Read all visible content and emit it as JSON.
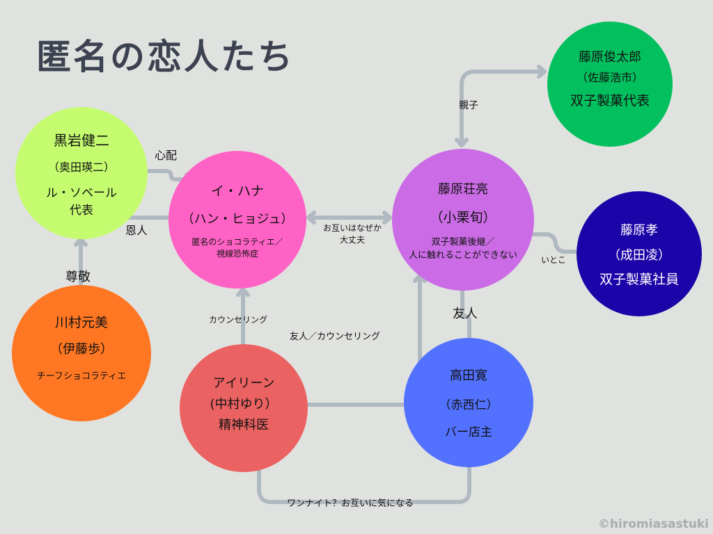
{
  "title": "匿名の恋人たち",
  "copyright": "©hiromiasastuki",
  "colors": {
    "background": "#e0e2df",
    "connector": "#b0b9c1",
    "title": "#3c4250"
  },
  "nodes": {
    "kuroiwa": {
      "name": "黒岩健二",
      "actor": "（奥田瑛二）",
      "role1": "ル・ソベール",
      "role2": "代表",
      "color": "#c5fc6f"
    },
    "hana": {
      "name": "イ・ハナ",
      "actor": "（ハン・ヒョジュ）",
      "role1": "匿名のショコラティエ／",
      "role2": "視線恐怖症",
      "color": "#ff62c5"
    },
    "sosuke": {
      "name": "藤原荘亮",
      "actor": "（小栗旬）",
      "role1": "双子製菓後継／",
      "role2": "人に触れることができない",
      "color": "#cb6ce6"
    },
    "shuntaro": {
      "name": "藤原俊太郎",
      "actor": "（佐藤浩市）",
      "role1": "双子製菓代表",
      "color": "#03c05e"
    },
    "takashi": {
      "name": "藤原孝",
      "actor": "（成田凌）",
      "role1": "双子製菓社員",
      "color": "#1c04a8"
    },
    "kawamura": {
      "name": "川村元美",
      "actor": "（伊藤歩）",
      "role1": "チーフショコラティエ",
      "color": "#ff7722"
    },
    "irene": {
      "name": "アイリーン",
      "actor": "(中村ゆり）",
      "role1": "精神科医",
      "color": "#eb6262"
    },
    "takada": {
      "name": "高田寛",
      "actor": "（赤西仁）",
      "role1": "バー店主",
      "color": "#5271ff"
    }
  },
  "edges": {
    "worry": "心配",
    "benefactor": "恩人",
    "respect": "尊敬",
    "mutual_ok_1": "お互いはなぜか",
    "mutual_ok_2": "大丈夫",
    "parent_child": "親子",
    "cousin": "いとこ",
    "friend": "友人",
    "counseling": "カウンセリング",
    "friend_counseling": "友人／カウンセリング",
    "one_night": "ワンナイト？お互いに気になる"
  }
}
